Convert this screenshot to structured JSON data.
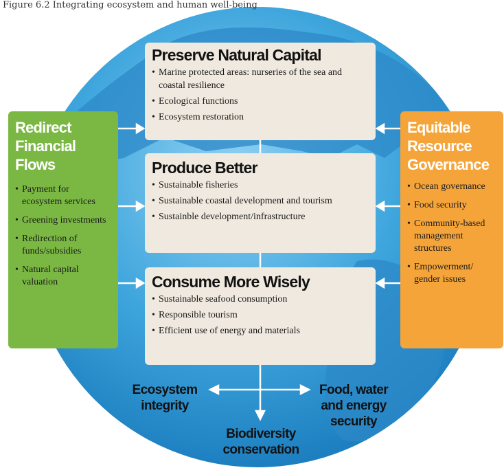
{
  "caption": "Figure 6.2 Integrating ecosystem and human well-being",
  "center": {
    "preserve": {
      "title": "Preserve Natural Capital",
      "items": [
        "Marine protected areas: nurseries of the sea and coastal resilience",
        "Ecological functions",
        "Ecosystem restoration"
      ]
    },
    "produce": {
      "title": "Produce Better",
      "items": [
        "Sustainable fisheries",
        "Sustainable coastal development and tourism",
        "Sustainble development/infrastructure"
      ]
    },
    "consume": {
      "title": "Consume More Wisely",
      "items": [
        "Sustainable seafood consumption",
        "Responsible tourism",
        "Efficient use of energy and materials"
      ]
    }
  },
  "left": {
    "title_lines": [
      "Redirect",
      "Financial",
      "Flows"
    ],
    "items": [
      "Payment for ecosystem services",
      "Greening investments",
      "Redirection of funds/subsidies",
      "Natural capital valuation"
    ]
  },
  "right": {
    "title_lines": [
      "Equitable",
      "Resource",
      "Governance"
    ],
    "items": [
      "Ocean governance",
      "Food security",
      "Community-based management structures",
      "Empowerment/ gender issues"
    ]
  },
  "outcomes": {
    "ecosystem_lines": [
      "Ecosystem",
      "integrity"
    ],
    "food_lines": [
      "Food, water",
      "and energy",
      "security"
    ],
    "biodiversity_lines": [
      "Biodiversity",
      "conservation"
    ]
  },
  "colors": {
    "ocean": "#3a9fd8",
    "land": "#1f6fa8",
    "left_panel": "#7ab843",
    "right_panel": "#f5a43a",
    "box": "#efe9df"
  }
}
